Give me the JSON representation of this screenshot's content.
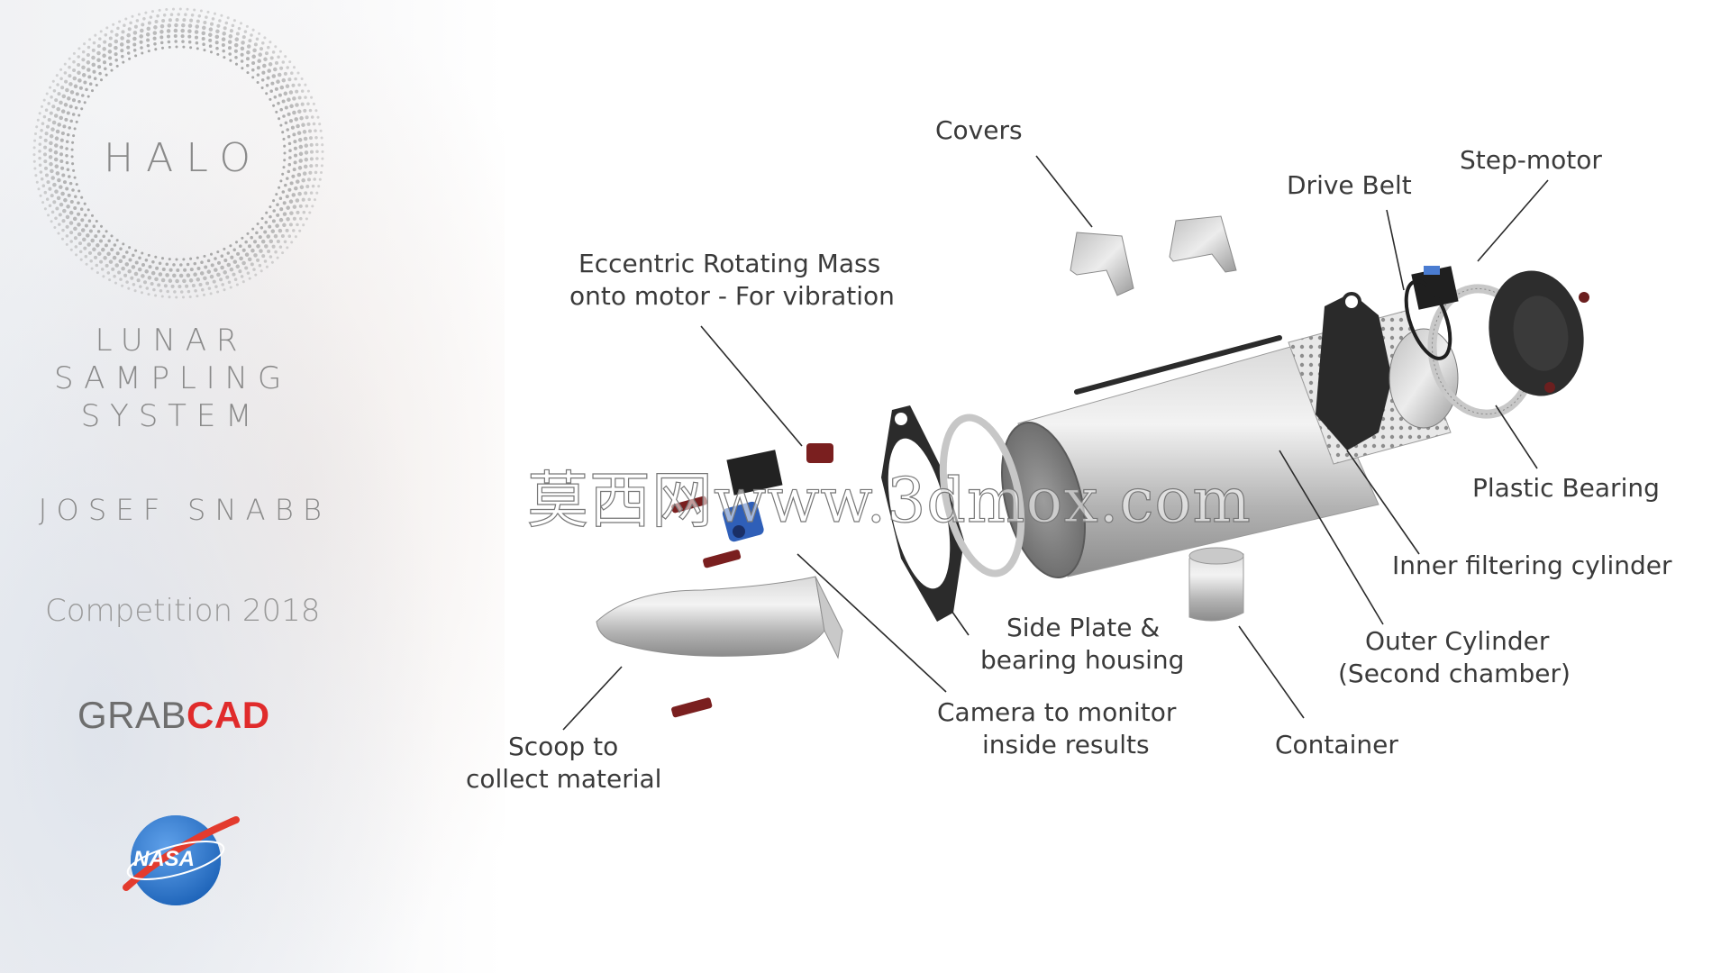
{
  "sidebar": {
    "logo_text": "HALO",
    "system_title_lines": [
      "LUNAR",
      "SAMPLING",
      "SYSTEM"
    ],
    "author": "JOSEF SNABB",
    "competition": "Competition 2018",
    "brand_grab": "GRAB",
    "brand_cad": "CAD",
    "nasa": "NASA"
  },
  "labels": {
    "covers": "Covers",
    "drive_belt": "Drive Belt",
    "step_motor": "Step-motor",
    "erm_line1": "Eccentric Rotating Mass",
    "erm_line2": "onto motor - For vibration",
    "plastic_bearing": "Plastic Bearing",
    "inner_filter": "Inner filtering cylinder",
    "side_plate_line1": "Side Plate &",
    "side_plate_line2": "bearing housing",
    "outer_cyl_line1": "Outer Cylinder",
    "outer_cyl_line2": "(Second chamber)",
    "scoop_line1": "Scoop to",
    "scoop_line2": "collect material",
    "camera_line1": "Camera to monitor",
    "camera_line2": "inside results",
    "container": "Container"
  },
  "watermark": "莫西网www.3dmox.com",
  "colors": {
    "accent_red": "#e02b2b",
    "nasa_blue": "#1f6fc4",
    "text_gray": "#8a8a8a"
  }
}
